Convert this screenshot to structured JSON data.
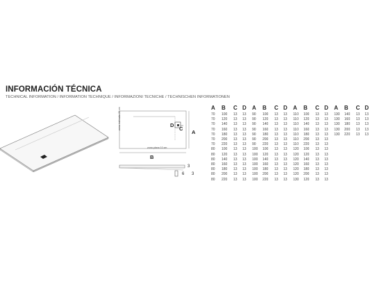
{
  "header": {
    "title": "INFORMACIÓN TÉCNICA",
    "subtitle": "TECHNICAL INFORMATION / INFORMATION TECHNIQUE / INFORMAZIONI TECNICHE / TECHNISCHEN INFORMATIONEN"
  },
  "diagram": {
    "label_a": "A",
    "label_b": "B",
    "label_c": "C",
    "label_d": "D",
    "label_profile_3": "3",
    "label_profile_6": "6",
    "label_profile_3b": "3",
    "note_zona_vertical": "zona inclinada 20 cm",
    "note_zona_plana": "zona plana 10 cm"
  },
  "tables": [
    {
      "headers": [
        "A",
        "B",
        "C",
        "D"
      ],
      "rows": [
        [
          "70",
          "100",
          "13",
          "13"
        ],
        [
          "70",
          "120",
          "13",
          "13"
        ],
        [
          "70",
          "140",
          "13",
          "13"
        ],
        [
          "70",
          "160",
          "13",
          "13"
        ],
        [
          "70",
          "180",
          "13",
          "13"
        ],
        [
          "70",
          "200",
          "13",
          "13"
        ],
        [
          "70",
          "220",
          "13",
          "13"
        ],
        [
          "80",
          "100",
          "13",
          "13"
        ],
        [
          "80",
          "120",
          "13",
          "13"
        ],
        [
          "80",
          "140",
          "13",
          "13"
        ],
        [
          "80",
          "160",
          "13",
          "13"
        ],
        [
          "80",
          "180",
          "13",
          "13"
        ],
        [
          "80",
          "200",
          "13",
          "13"
        ],
        [
          "80",
          "220",
          "13",
          "13"
        ]
      ]
    },
    {
      "headers": [
        "A",
        "B",
        "C",
        "D"
      ],
      "rows": [
        [
          "90",
          "100",
          "13",
          "13"
        ],
        [
          "90",
          "120",
          "13",
          "13"
        ],
        [
          "90",
          "140",
          "13",
          "13"
        ],
        [
          "90",
          "160",
          "13",
          "13"
        ],
        [
          "90",
          "180",
          "13",
          "13"
        ],
        [
          "90",
          "200",
          "13",
          "13"
        ],
        [
          "90",
          "220",
          "13",
          "13"
        ],
        [
          "100",
          "100",
          "13",
          "13"
        ],
        [
          "100",
          "120",
          "13",
          "13"
        ],
        [
          "100",
          "140",
          "13",
          "13"
        ],
        [
          "100",
          "160",
          "13",
          "13"
        ],
        [
          "100",
          "180",
          "13",
          "13"
        ],
        [
          "100",
          "200",
          "13",
          "13"
        ],
        [
          "100",
          "220",
          "13",
          "13"
        ]
      ]
    },
    {
      "headers": [
        "A",
        "B",
        "C",
        "D"
      ],
      "rows": [
        [
          "110",
          "100",
          "13",
          "13"
        ],
        [
          "110",
          "120",
          "13",
          "13"
        ],
        [
          "110",
          "140",
          "13",
          "13"
        ],
        [
          "110",
          "160",
          "13",
          "13"
        ],
        [
          "110",
          "180",
          "13",
          "13"
        ],
        [
          "110",
          "200",
          "13",
          "13"
        ],
        [
          "110",
          "220",
          "13",
          "13"
        ],
        [
          "120",
          "100",
          "13",
          "13"
        ],
        [
          "120",
          "120",
          "13",
          "13"
        ],
        [
          "120",
          "140",
          "13",
          "13"
        ],
        [
          "120",
          "160",
          "13",
          "13"
        ],
        [
          "120",
          "180",
          "13",
          "13"
        ],
        [
          "120",
          "200",
          "13",
          "13"
        ],
        [
          "130",
          "120",
          "13",
          "13"
        ]
      ]
    },
    {
      "headers": [
        "A",
        "B",
        "C",
        "D"
      ],
      "rows": [
        [
          "130",
          "140",
          "13",
          "13"
        ],
        [
          "130",
          "160",
          "13",
          "13"
        ],
        [
          "130",
          "180",
          "13",
          "13"
        ],
        [
          "130",
          "200",
          "13",
          "13"
        ],
        [
          "130",
          "220",
          "13",
          "13"
        ]
      ]
    }
  ]
}
